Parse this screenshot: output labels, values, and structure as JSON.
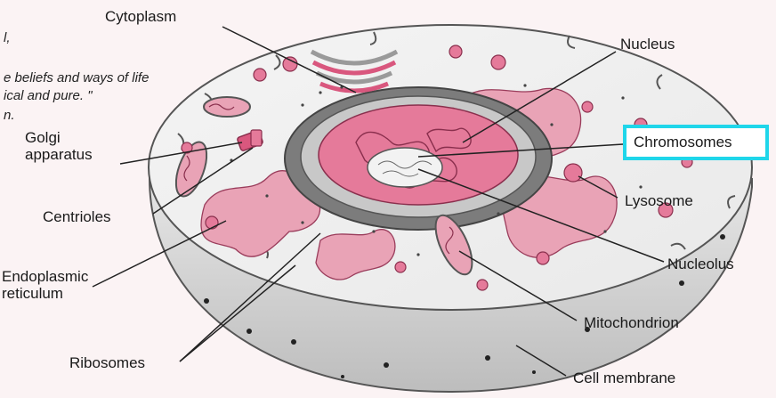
{
  "quote": {
    "line1": "l,",
    "line2": "e beliefs and ways of life",
    "line3": "ical and pure. \"",
    "line4": "n."
  },
  "labels": {
    "cytoplasm": "Cytoplasm",
    "nucleus": "Nucleus",
    "golgi_line1": "Golgi",
    "golgi_line2": "apparatus",
    "chromosomes": "Chromosomes",
    "lysosome": "Lysosome",
    "centrioles": "Centrioles",
    "er_line1": "Endoplasmic",
    "er_line2": "reticulum",
    "nucleolus": "Nucleolus",
    "mitochondrion": "Mitochondrion",
    "ribosomes": "Ribosomes",
    "cell_membrane": "Cell membrane"
  },
  "colors": {
    "highlight_border": "#1fd6ea",
    "organelle_pink": "#d9577e",
    "er_pink": "#e9a3b6",
    "membrane_grey": "#8a8a8a"
  }
}
